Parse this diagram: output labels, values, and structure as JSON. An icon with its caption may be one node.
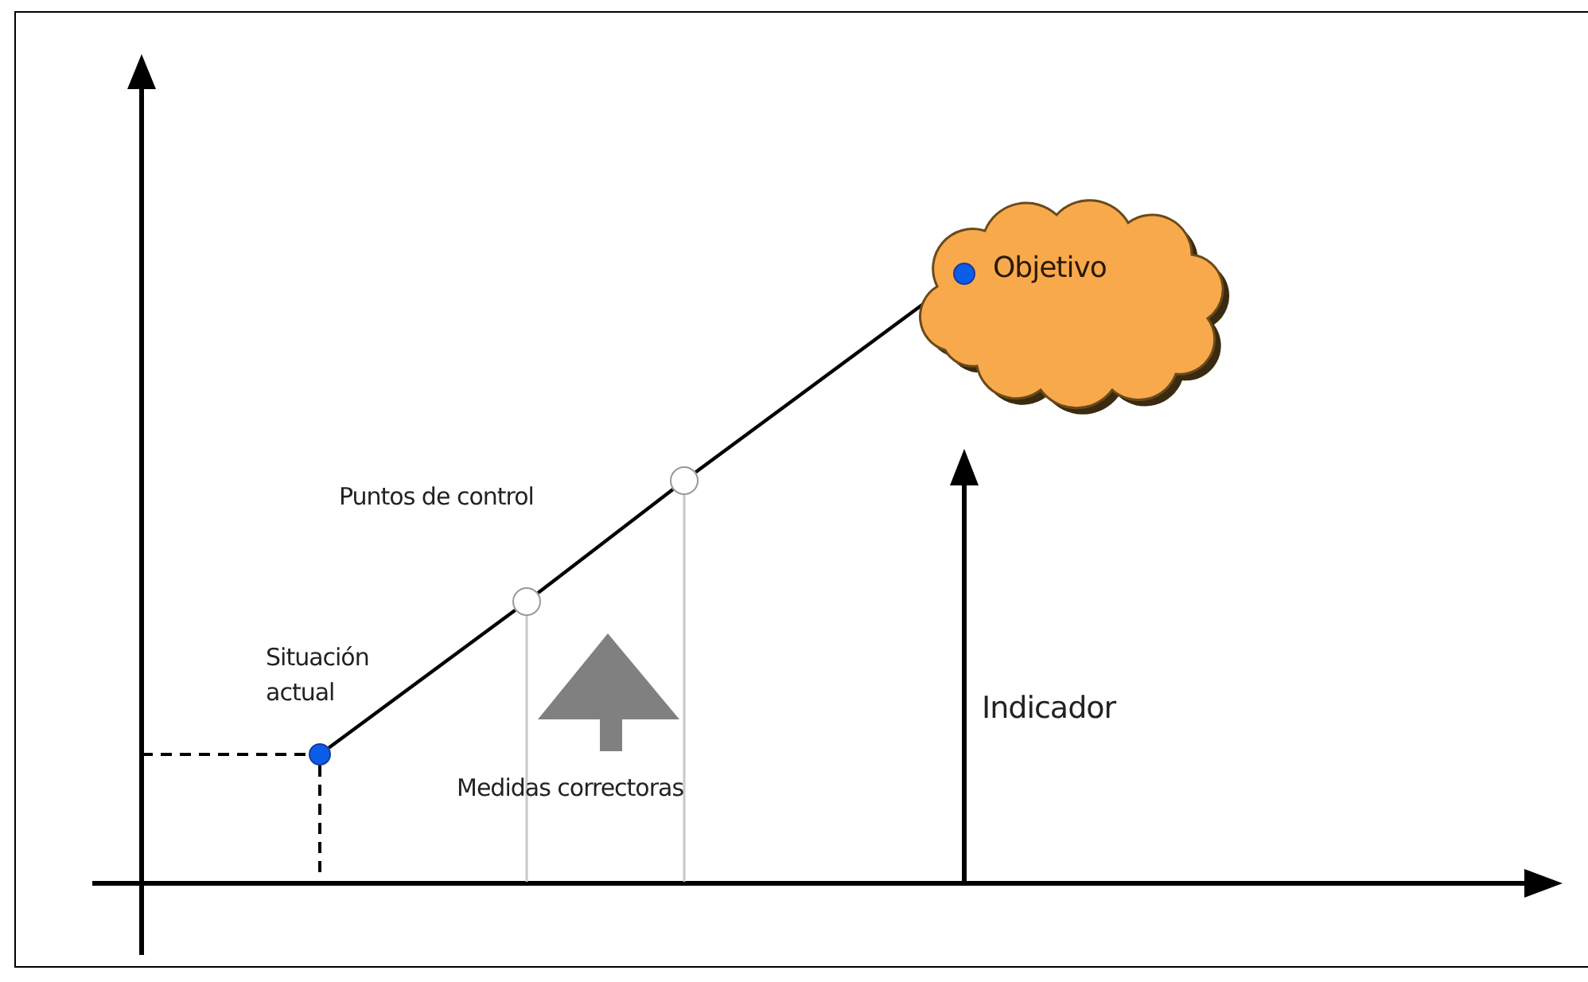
{
  "diagram": {
    "nodes": [
      {
        "text": [],
        "shape": "circle",
        "beside": [
          "Situación actual"
        ]
      },
      {
        "text": [],
        "shape": "circle"
      },
      {
        "text": [],
        "shape": "circle"
      },
      {
        "text": [
          "Objetivo"
        ]
      },
      {
        "text": [],
        "shape": "circle",
        "in": 3
      }
    ],
    "edges": [
      {
        "from": 0,
        "to": 1,
        "arrow": "none"
      },
      {
        "from": 1,
        "to": 2,
        "arrow": "none"
      },
      {
        "from": 2,
        "to": 4,
        "arrow": "none"
      }
    ],
    "labels": [
      "Puntos de control",
      "Medidas correctoras",
      "Indicador"
    ]
  }
}
